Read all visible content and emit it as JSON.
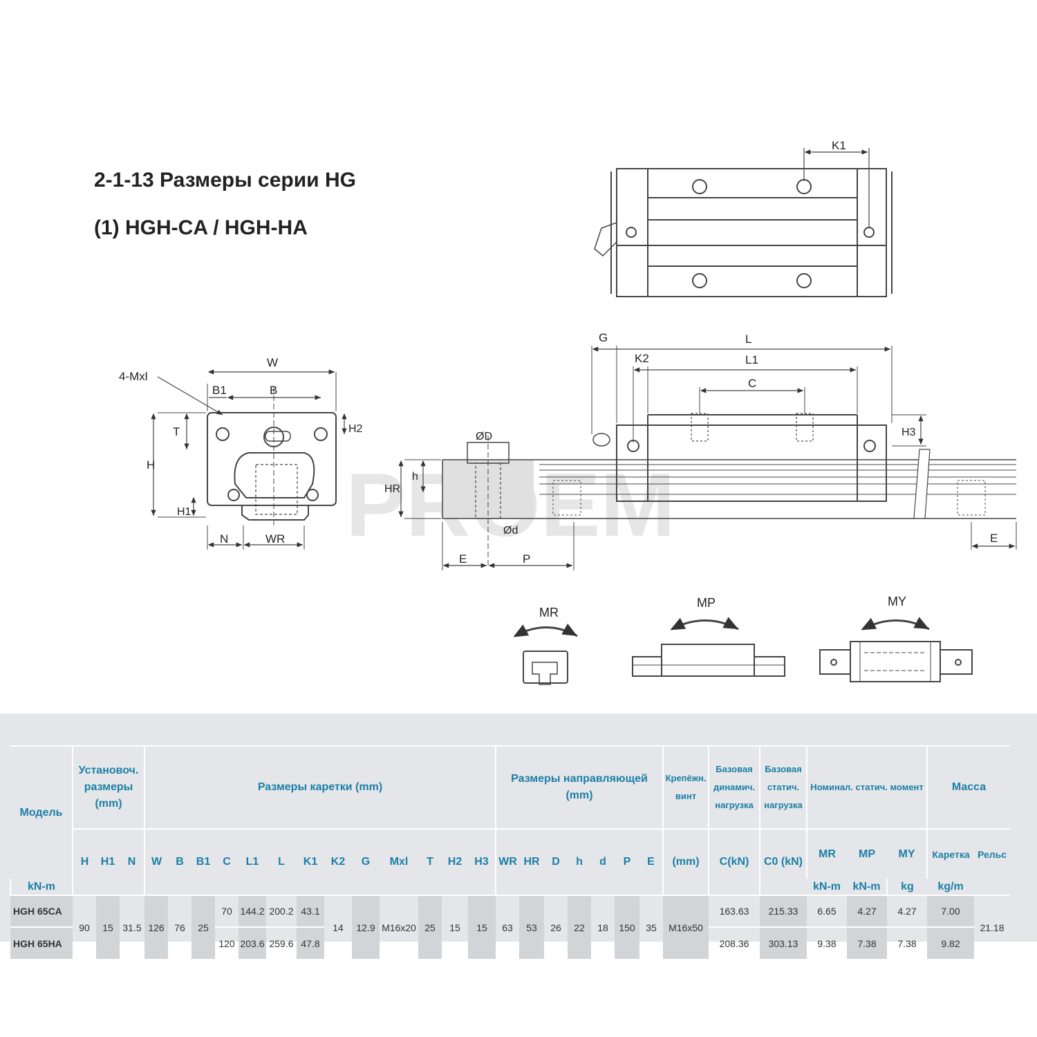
{
  "title": {
    "line1": "2-1-13 Размеры серии HG",
    "line2": "(1) HGH-CA / HGH-HA"
  },
  "watermark": "PROEM",
  "drawing_labels": {
    "K1": "K1",
    "G": "G",
    "L": "L",
    "K2": "K2",
    "L1": "L1",
    "C": "C",
    "H3": "H3",
    "W": "W",
    "B1": "B1",
    "B": "B",
    "H2": "H2",
    "T": "T",
    "H": "H",
    "H1": "H1",
    "N": "N",
    "WR": "WR",
    "Mxl": "4-Mxl",
    "OD": "ØD",
    "Od": "Ød",
    "h": "h",
    "HR": "HR",
    "E": "E",
    "P": "P",
    "E2": "E",
    "MR": "MR",
    "MP": "MP",
    "MY": "MY"
  },
  "table": {
    "groups": {
      "model": "Модель",
      "mount": "Установоч. размеры (mm)",
      "block": "Размеры каретки (mm)",
      "rail": "Размеры направляющей (mm)",
      "bolt": "Крепёжн. винт",
      "dyn": "Базовая динамич. нагрузка",
      "stat": "Базовая статич. нагрузка",
      "moment": "Номинал. статич. момент",
      "mass": "Масса"
    },
    "sub": {
      "H": "H",
      "H1": "H1",
      "N": "N",
      "W": "W",
      "B": "B",
      "B1": "B1",
      "C": "C",
      "L1": "L1",
      "L": "L",
      "K1": "K1",
      "K2": "K2",
      "G": "G",
      "Mxl": "Mxl",
      "T": "T",
      "H2": "H2",
      "H3": "H3",
      "WR": "WR",
      "HR": "HR",
      "D": "D",
      "h": "h",
      "d": "d",
      "P": "P",
      "E": "E",
      "mm": "(mm)",
      "CkN": "C(kN)",
      "C0kN": "C0 (kN)",
      "MR": "MR",
      "MP": "MP",
      "MY": "MY",
      "knm_r": "kN-m",
      "knm_p": "kN-m",
      "knm_y": "kN-m",
      "carriage": "Каретка",
      "rail": "Рельс",
      "kg": "kg",
      "kgm": "kg/m"
    },
    "shared": {
      "H": "90",
      "H1": "15",
      "N": "31.5",
      "W": "126",
      "B": "76",
      "B1": "25",
      "K2": "14",
      "G": "12.9",
      "Mxl": "M16x20",
      "T": "25",
      "H2": "15",
      "H3": "15",
      "WR": "63",
      "HR": "53",
      "D": "26",
      "h": "22",
      "d": "18",
      "P": "150",
      "E": "35",
      "bolt": "M16x50",
      "rail_mass": "21.18"
    },
    "rows": [
      {
        "model": "HGH 65CA",
        "C": "70",
        "L1": "144.2",
        "L": "200.2",
        "K1": "43.1",
        "Cdyn": "163.63",
        "C0": "215.33",
        "MR": "6.65",
        "MP": "4.27",
        "MY": "4.27",
        "mass": "7.00"
      },
      {
        "model": "HGH 65HA",
        "C": "120",
        "L1": "203.6",
        "L": "259.6",
        "K1": "47.8",
        "Cdyn": "208.36",
        "C0": "303.13",
        "MR": "9.38",
        "MP": "7.38",
        "MY": "7.38",
        "mass": "9.82"
      }
    ]
  }
}
